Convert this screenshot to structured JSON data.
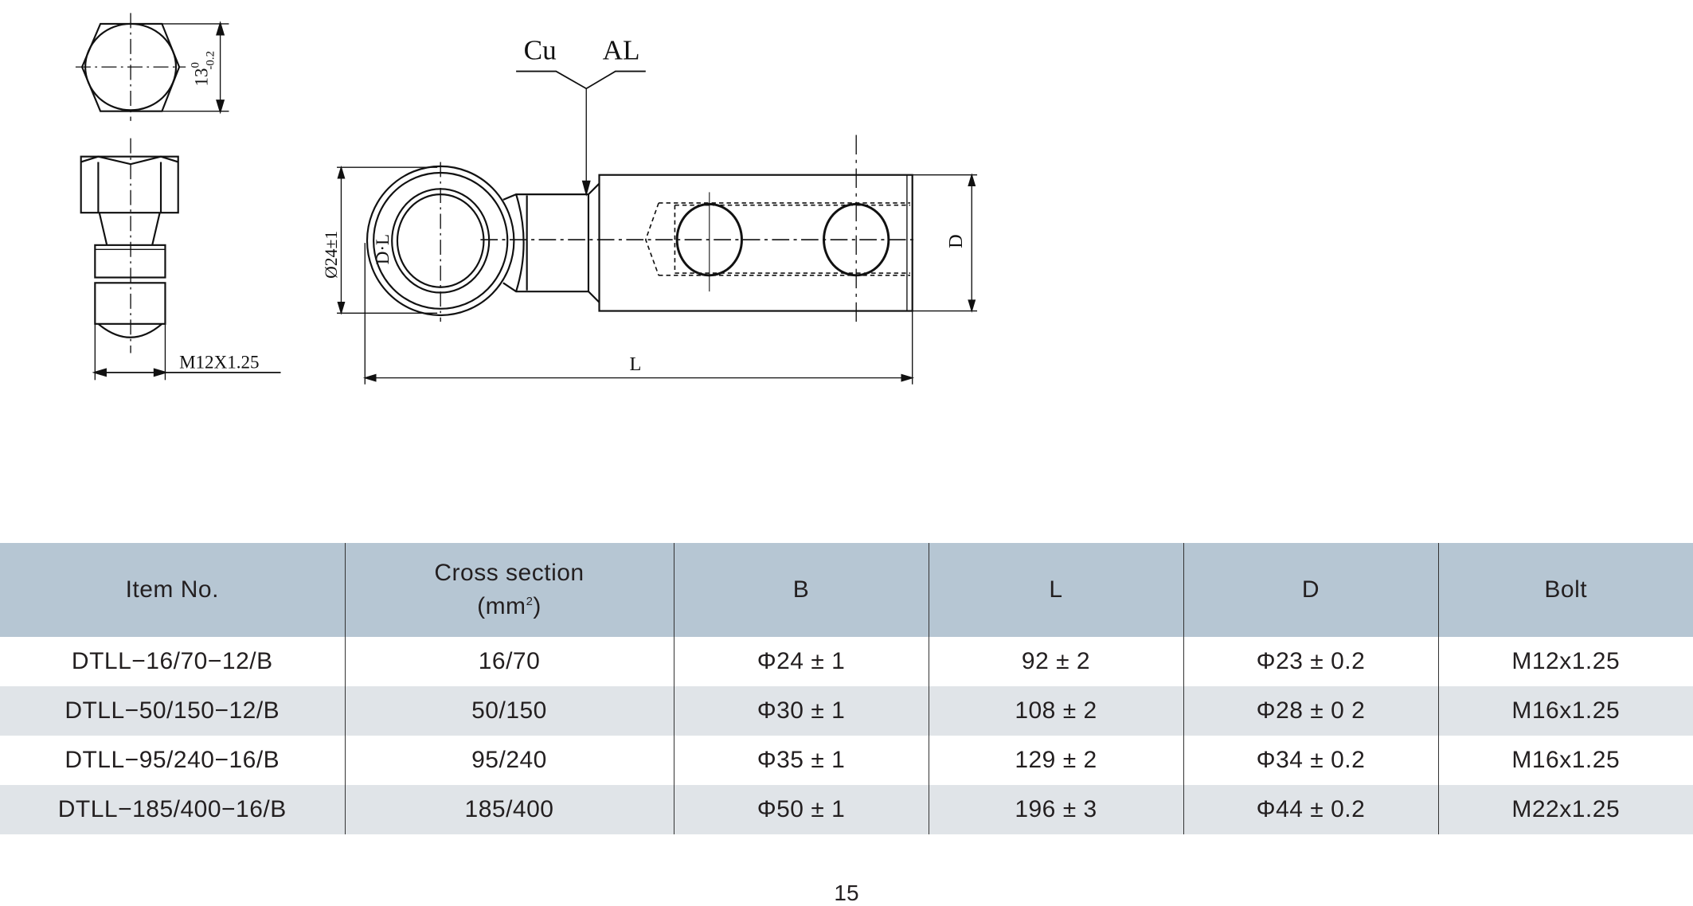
{
  "drawing": {
    "hex_dimension": "13",
    "hex_tolerance_upper": "0",
    "hex_tolerance_lower": "-0.2",
    "bolt_thread": "M12X1.25",
    "material_cu": "Cu",
    "material_al": "AL",
    "eye_diameter": "Ø24±1",
    "eye_label": "D·L",
    "barrel_label": "D",
    "length_label": "L"
  },
  "table": {
    "headers": {
      "item": "Item No.",
      "cross_section": "Cross section",
      "cross_section_unit": "(mm",
      "cross_section_sup": "2",
      "cross_section_close": ")",
      "b": "B",
      "l": "L",
      "d": "D",
      "bolt": "Bolt"
    },
    "rows": [
      {
        "item": "DTLL−16/70−12/B",
        "cross_section": "16/70",
        "b": "Φ24 ± 1",
        "l": "92 ± 2",
        "d": "Φ23 ± 0.2",
        "bolt": "M12x1.25"
      },
      {
        "item": "DTLL−50/150−12/B",
        "cross_section": "50/150",
        "b": "Φ30 ± 1",
        "l": "108 ± 2",
        "d": "Φ28 ± 0 2",
        "bolt": "M16x1.25"
      },
      {
        "item": "DTLL−95/240−16/B",
        "cross_section": "95/240",
        "b": "Φ35 ± 1",
        "l": "129 ± 2",
        "d": "Φ34 ± 0.2",
        "bolt": "M16x1.25"
      },
      {
        "item": "DTLL−185/400−16/B",
        "cross_section": "185/400",
        "b": "Φ50 ± 1",
        "l": "196 ± 3",
        "d": "Φ44 ± 0.2",
        "bolt": "M22x1.25"
      }
    ],
    "colors": {
      "header_bg": "#b6c6d3",
      "alt_row_bg": "#e0e4e8"
    }
  },
  "page_number": "15"
}
